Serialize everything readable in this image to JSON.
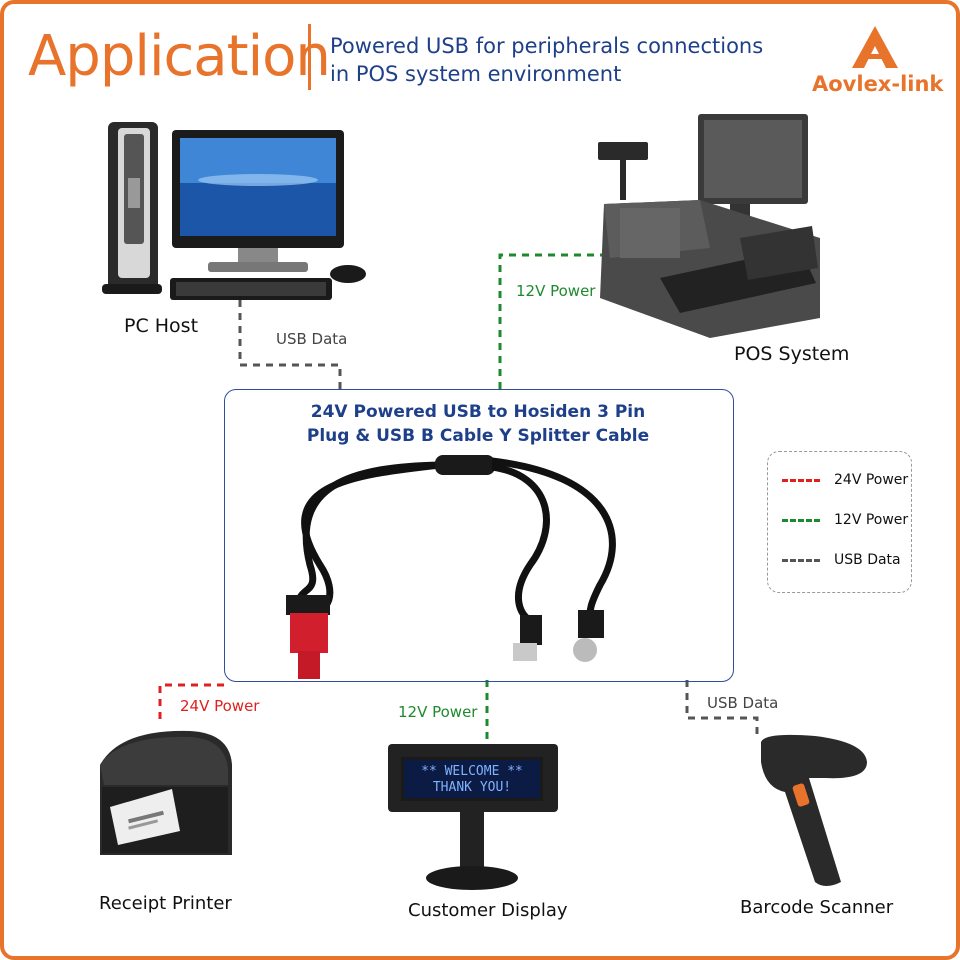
{
  "header": {
    "title": "Application",
    "subtitle_line1": "Powered USB for peripherals connections",
    "subtitle_line2": "in POS system environment",
    "brand": "Aovlex-link"
  },
  "devices": {
    "pc_host": "PC Host",
    "pos_system": "POS System",
    "receipt_printer": "Receipt Printer",
    "customer_display": "Customer Display",
    "barcode_scanner": "Barcode Scanner"
  },
  "connections": {
    "pc_host": "USB Data",
    "pos_system": "12V Power",
    "receipt_printer": "24V Power",
    "customer_display": "12V Power",
    "barcode_scanner": "USB Data"
  },
  "cable": {
    "title_line1": "24V Powered USB to Hosiden 3 Pin",
    "title_line2": "Plug & USB B Cable Y Splitter Cable"
  },
  "display_screen": {
    "line1": "** WELCOME **",
    "line2": "THANK YOU!"
  },
  "legend": [
    {
      "label": "24V Power",
      "color": "#e02020"
    },
    {
      "label": "12V Power",
      "color": "#1e8a2e"
    },
    {
      "label": "USB Data",
      "color": "#555555"
    }
  ],
  "colors": {
    "accent": "#e8732a",
    "navy": "#1e3f8a",
    "power24": "#e02020",
    "power12": "#1e8a2e",
    "usb": "#555555"
  }
}
